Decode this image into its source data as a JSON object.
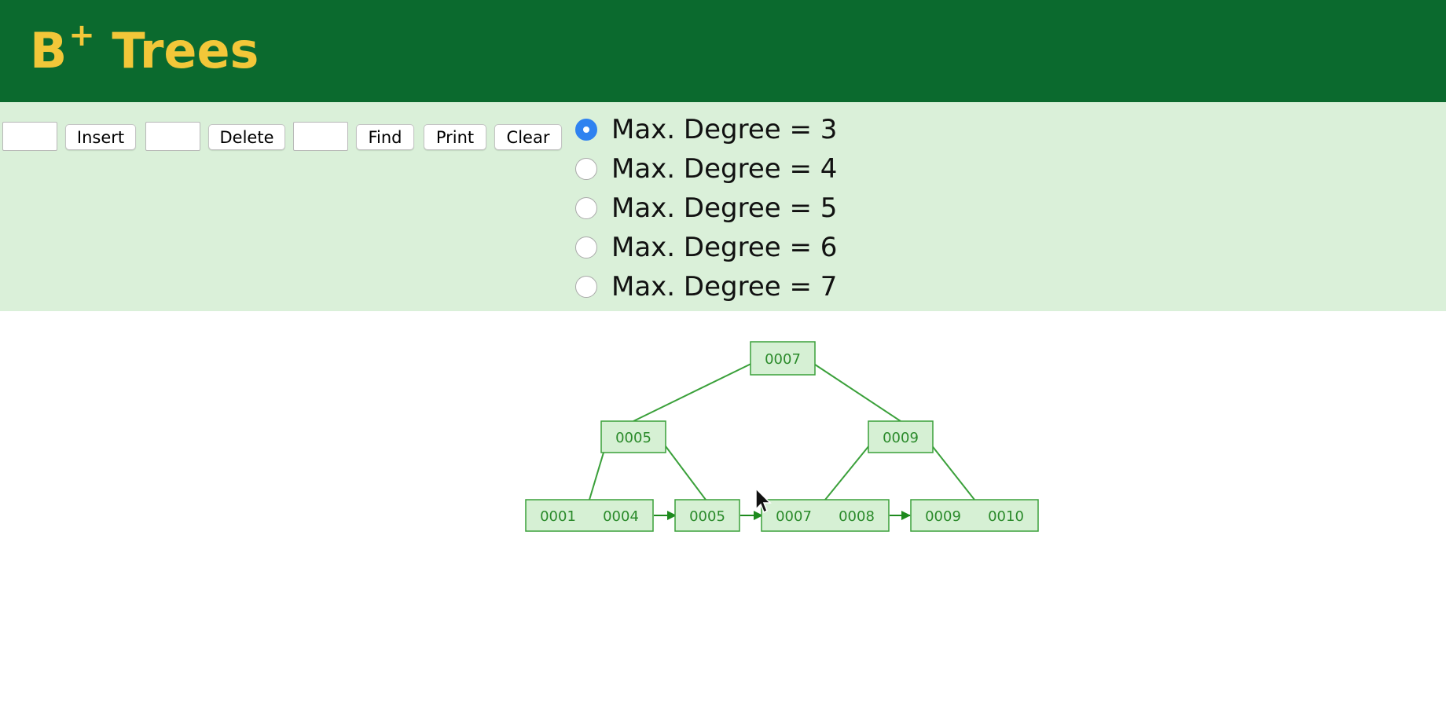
{
  "header": {
    "title_main": "B",
    "title_sup": "+",
    "title_rest": "Trees"
  },
  "toolbar": {
    "insert_label": "Insert",
    "delete_label": "Delete",
    "find_label": "Find",
    "print_label": "Print",
    "clear_label": "Clear",
    "insert_value": "",
    "delete_value": "",
    "find_value": ""
  },
  "degree_options": [
    {
      "label": "Max. Degree = 3",
      "checked": true
    },
    {
      "label": "Max. Degree = 4",
      "checked": false
    },
    {
      "label": "Max. Degree = 5",
      "checked": false
    },
    {
      "label": "Max. Degree = 6",
      "checked": false
    },
    {
      "label": "Max. Degree = 7",
      "checked": false
    }
  ],
  "tree": {
    "root": {
      "keys": [
        "0007"
      ]
    },
    "internal": [
      {
        "keys": [
          "0005"
        ]
      },
      {
        "keys": [
          "0009"
        ]
      }
    ],
    "leaves": [
      {
        "keys": [
          "0001",
          "0004"
        ]
      },
      {
        "keys": [
          "0005"
        ]
      },
      {
        "keys": [
          "0007",
          "0008"
        ]
      },
      {
        "keys": [
          "0009",
          "0010"
        ]
      }
    ],
    "colors": {
      "stroke": "#3aa03a",
      "fill": "#d6f0d4",
      "text": "#2a8a2a",
      "arrow": "#1e8a1e"
    }
  }
}
